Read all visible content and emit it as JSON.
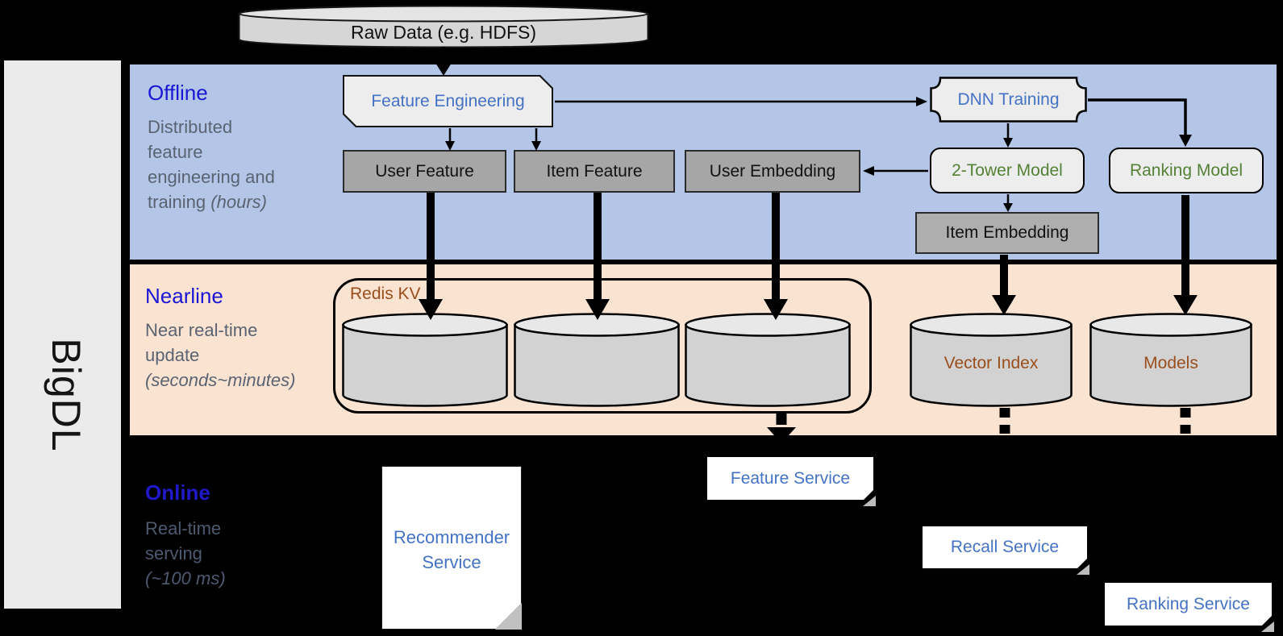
{
  "sidebar": {
    "brand": "BigDL"
  },
  "source": {
    "label": "Raw Data (e.g. HDFS)"
  },
  "offline": {
    "title": "Offline",
    "line1": "Distributed",
    "line2": "feature",
    "line3": "engineering and",
    "line4": "training ",
    "line4_italic": "(hours)",
    "nodes": {
      "feature_engineering": "Feature Engineering",
      "user_feature": "User Feature",
      "item_feature": "Item Feature",
      "user_embedding": "User Embedding",
      "dnn_training": "DNN Training",
      "two_tower_model": "2-Tower Model",
      "ranking_model": "Ranking Model",
      "item_embedding": "Item Embedding"
    }
  },
  "nearline": {
    "title": "Nearline",
    "line1": "Near real-time",
    "line2": "update",
    "line3_italic": "(seconds~minutes)",
    "nodes": {
      "redis_kv": "Redis KV",
      "vector_index": "Vector Index",
      "models": "Models"
    }
  },
  "online": {
    "title": "Online",
    "line1": "Real-time",
    "line2": "serving",
    "line3_italic": "(~100 ms)",
    "nodes": {
      "recommender_line1": "Recommender",
      "recommender_line2": "Service",
      "feature_service": "Feature Service",
      "recall_service": "Recall Service",
      "ranking_service": "Ranking Service"
    }
  },
  "colors": {
    "background": "#000000",
    "offline_band": "#b3c6e7",
    "nearline_band": "#fbe3d2",
    "sidebar_gray": "#ebebeb",
    "title_blue": "#1a16d4",
    "desc_gray": "#5a6372",
    "node_blue": "#4472c4",
    "node_green": "#538135",
    "node_brown": "#9a4e1c",
    "gray_box": "#a6a6a6",
    "light_box": "#ededed",
    "cylinder_gray": "#d2d2d2"
  }
}
